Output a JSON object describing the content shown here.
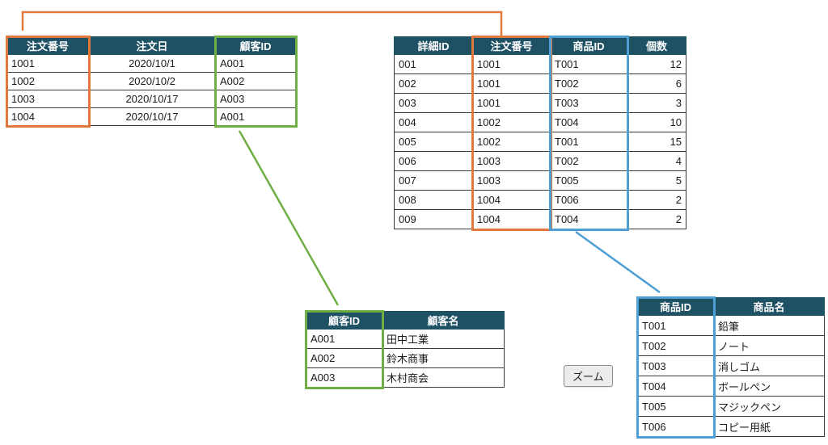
{
  "colors": {
    "header_bg": "#1F5164",
    "orange": "#E2793B",
    "green": "#6EAE45",
    "blue": "#4E9FD4"
  },
  "zoom_button": {
    "label": "ズーム"
  },
  "tables": {
    "orders": {
      "headers": [
        "注文番号",
        "注文日",
        "顧客ID"
      ],
      "rows": [
        [
          "1001",
          "2020/10/1",
          "A001"
        ],
        [
          "1002",
          "2020/10/2",
          "A002"
        ],
        [
          "1003",
          "2020/10/17",
          "A003"
        ],
        [
          "1004",
          "2020/10/17",
          "A001"
        ]
      ],
      "highlights": [
        {
          "col": 0,
          "color": "orange"
        },
        {
          "col": 2,
          "color": "green"
        }
      ]
    },
    "details": {
      "headers": [
        "詳細ID",
        "注文番号",
        "商品ID",
        "個数"
      ],
      "rows": [
        [
          "001",
          "1001",
          "T001",
          "12"
        ],
        [
          "002",
          "1001",
          "T002",
          "6"
        ],
        [
          "003",
          "1001",
          "T003",
          "3"
        ],
        [
          "004",
          "1002",
          "T004",
          "10"
        ],
        [
          "005",
          "1002",
          "T001",
          "15"
        ],
        [
          "006",
          "1003",
          "T002",
          "4"
        ],
        [
          "007",
          "1003",
          "T005",
          "5"
        ],
        [
          "008",
          "1004",
          "T006",
          "2"
        ],
        [
          "009",
          "1004",
          "T004",
          "2"
        ]
      ],
      "highlights": [
        {
          "col": 1,
          "color": "orange"
        },
        {
          "col": 2,
          "color": "blue"
        }
      ]
    },
    "customers": {
      "headers": [
        "顧客ID",
        "顧客名"
      ],
      "rows": [
        [
          "A001",
          "田中工業"
        ],
        [
          "A002",
          "鈴木商事"
        ],
        [
          "A003",
          "木村商会"
        ]
      ],
      "highlights": [
        {
          "col": 0,
          "color": "green"
        }
      ]
    },
    "products": {
      "headers": [
        "商品ID",
        "商品名"
      ],
      "rows": [
        [
          "T001",
          "鉛筆"
        ],
        [
          "T002",
          "ノート"
        ],
        [
          "T003",
          "消しゴム"
        ],
        [
          "T004",
          "ボールペン"
        ],
        [
          "T005",
          "マジックペン"
        ],
        [
          "T006",
          "コピー用紙"
        ]
      ],
      "highlights": [
        {
          "col": 0,
          "color": "blue"
        }
      ]
    }
  },
  "relationships": [
    {
      "from": "details.注文番号",
      "to": "orders.注文番号",
      "color": "orange"
    },
    {
      "from": "orders.顧客ID",
      "to": "customers.顧客ID",
      "color": "green"
    },
    {
      "from": "details.商品ID",
      "to": "products.商品ID",
      "color": "blue"
    }
  ]
}
